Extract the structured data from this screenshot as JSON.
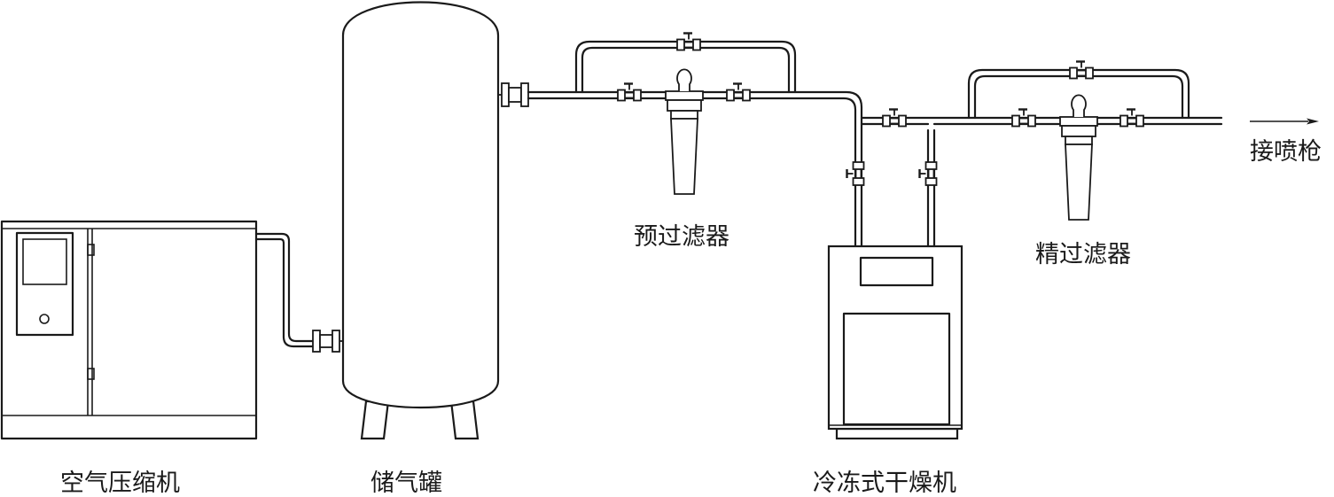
{
  "labels": {
    "compressor": "空气压缩机",
    "tank": "储气罐",
    "dryer": "冷冻式干燥机",
    "prefilter": "预过滤器",
    "finefilter": "精过滤器",
    "outlet": "接喷枪"
  }
}
